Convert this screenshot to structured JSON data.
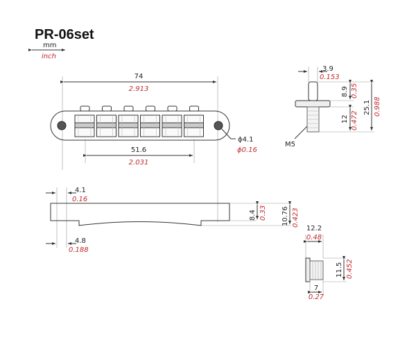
{
  "title": "PR-06set",
  "units": {
    "primary": "mm",
    "secondary": "inch"
  },
  "colors": {
    "inch_text": "#c0282d",
    "mm_text": "#222222"
  },
  "top_view": {
    "length": {
      "mm": "74",
      "inch": "2.913"
    },
    "saddle_span": {
      "mm": "51.6",
      "inch": "2.031"
    },
    "hole_diameter": {
      "mm": "ϕ4.1",
      "inch": "ϕ0.16"
    }
  },
  "side_view": {
    "end_offset_top": {
      "mm": "4.1",
      "inch": "0.16"
    },
    "end_offset_bottom": {
      "mm": "4.8",
      "inch": "0.188"
    },
    "height_end": {
      "mm": "8.4",
      "inch": "0.33"
    },
    "height_total": {
      "mm": "10.76",
      "inch": "0.423"
    }
  },
  "post": {
    "diameter": {
      "mm": "3.9",
      "inch": "0.153"
    },
    "upper_length": {
      "mm": "8.9",
      "inch": "0.35"
    },
    "thread_length": {
      "mm": "12",
      "inch": "0.472"
    },
    "total_length": {
      "mm": "25.1",
      "inch": "0.988"
    },
    "thread_label": "M5"
  },
  "thumbwheel": {
    "diameter": {
      "mm": "12.2",
      "inch": "0.48"
    },
    "height": {
      "mm": "11.5",
      "inch": "0.452"
    },
    "inner": {
      "mm": "7",
      "inch": "0.27"
    }
  }
}
